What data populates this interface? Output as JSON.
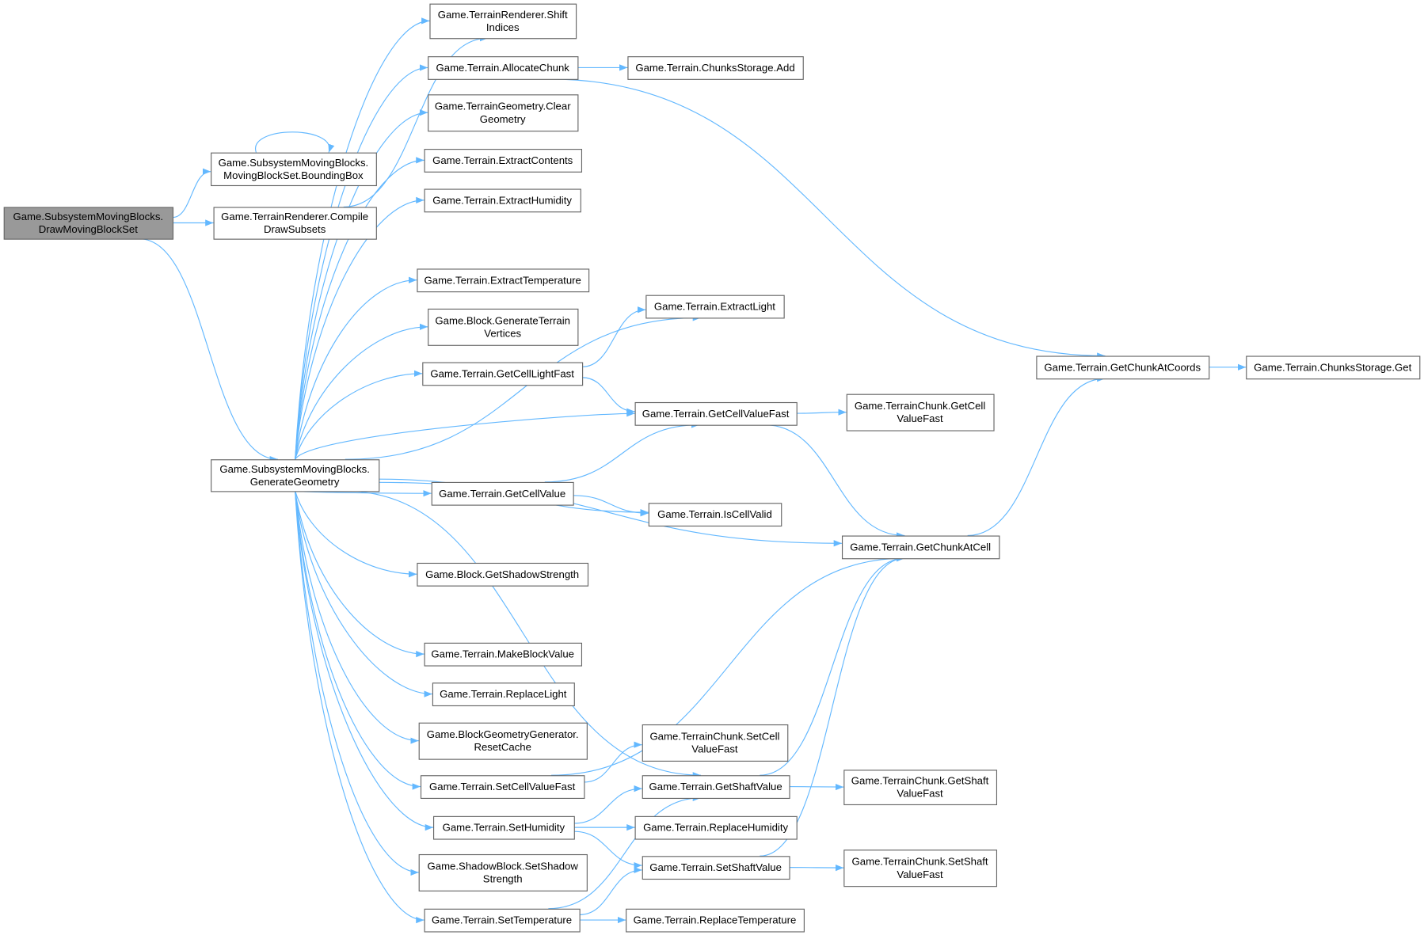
{
  "colors": {
    "edge": "#63b8ff",
    "node_border": "#666666",
    "highlight_fill": "#999999"
  },
  "nodes": [
    {
      "id": "draw",
      "lines": [
        "Game.SubsystemMovingBlocks.",
        "DrawMovingBlockSet"
      ],
      "highlight": true
    },
    {
      "id": "bbox",
      "lines": [
        "Game.SubsystemMovingBlocks.",
        "MovingBlockSet.BoundingBox"
      ]
    },
    {
      "id": "compile",
      "lines": [
        "Game.TerrainRenderer.Compile",
        "DrawSubsets"
      ]
    },
    {
      "id": "gengeo",
      "lines": [
        "Game.SubsystemMovingBlocks.",
        "GenerateGeometry"
      ]
    },
    {
      "id": "shift",
      "lines": [
        "Game.TerrainRenderer.Shift",
        "Indices"
      ]
    },
    {
      "id": "alloc",
      "lines": [
        "Game.Terrain.AllocateChunk"
      ]
    },
    {
      "id": "clear",
      "lines": [
        "Game.TerrainGeometry.Clear",
        "Geometry"
      ]
    },
    {
      "id": "excont",
      "lines": [
        "Game.Terrain.ExtractContents"
      ]
    },
    {
      "id": "exhum",
      "lines": [
        "Game.Terrain.ExtractHumidity"
      ]
    },
    {
      "id": "extemp",
      "lines": [
        "Game.Terrain.ExtractTemperature"
      ]
    },
    {
      "id": "genverts",
      "lines": [
        "Game.Block.GenerateTerrain",
        "Vertices"
      ]
    },
    {
      "id": "getlight",
      "lines": [
        "Game.Terrain.GetCellLightFast"
      ]
    },
    {
      "id": "shadowstr",
      "lines": [
        "Game.Block.GetShadowStrength"
      ]
    },
    {
      "id": "makeblock",
      "lines": [
        "Game.Terrain.MakeBlockValue"
      ]
    },
    {
      "id": "replight",
      "lines": [
        "Game.Terrain.ReplaceLight"
      ]
    },
    {
      "id": "reset",
      "lines": [
        "Game.BlockGeometryGenerator.",
        "ResetCache"
      ]
    },
    {
      "id": "setcvf",
      "lines": [
        "Game.Terrain.SetCellValueFast"
      ]
    },
    {
      "id": "sethum",
      "lines": [
        "Game.Terrain.SetHumidity"
      ]
    },
    {
      "id": "setshadow",
      "lines": [
        "Game.ShadowBlock.SetShadow",
        "Strength"
      ]
    },
    {
      "id": "settemp",
      "lines": [
        "Game.Terrain.SetTemperature"
      ]
    },
    {
      "id": "csadd",
      "lines": [
        "Game.Terrain.ChunksStorage.Add"
      ]
    },
    {
      "id": "exlight",
      "lines": [
        "Game.Terrain.ExtractLight"
      ]
    },
    {
      "id": "getcvf",
      "lines": [
        "Game.Terrain.GetCellValueFast"
      ]
    },
    {
      "id": "getcv",
      "lines": [
        "Game.Terrain.GetCellValue"
      ]
    },
    {
      "id": "isvalid",
      "lines": [
        "Game.Terrain.IsCellValid"
      ]
    },
    {
      "id": "tcsetcvf",
      "lines": [
        "Game.TerrainChunk.SetCell",
        "ValueFast"
      ]
    },
    {
      "id": "getshaft",
      "lines": [
        "Game.Terrain.GetShaftValue"
      ]
    },
    {
      "id": "rephum",
      "lines": [
        "Game.Terrain.ReplaceHumidity"
      ]
    },
    {
      "id": "setshaft",
      "lines": [
        "Game.Terrain.SetShaftValue"
      ]
    },
    {
      "id": "reptemp",
      "lines": [
        "Game.Terrain.ReplaceTemperature"
      ]
    },
    {
      "id": "coords",
      "lines": [
        "Game.Terrain.GetChunkAtCoords"
      ]
    },
    {
      "id": "csget",
      "lines": [
        "Game.Terrain.ChunksStorage.Get"
      ]
    },
    {
      "id": "tcgetcvf",
      "lines": [
        "Game.TerrainChunk.GetCell",
        "ValueFast"
      ]
    },
    {
      "id": "atcell",
      "lines": [
        "Game.Terrain.GetChunkAtCell"
      ]
    },
    {
      "id": "tcgetshaft",
      "lines": [
        "Game.TerrainChunk.GetShaft",
        "ValueFast"
      ]
    },
    {
      "id": "tcsetshaft",
      "lines": [
        "Game.TerrainChunk.SetShaft",
        "ValueFast"
      ]
    }
  ],
  "edges": [
    [
      "draw",
      "bbox"
    ],
    [
      "draw",
      "compile"
    ],
    [
      "draw",
      "gengeo"
    ],
    [
      "bbox",
      "bbox"
    ],
    [
      "compile",
      "shift"
    ],
    [
      "gengeo",
      "shift"
    ],
    [
      "gengeo",
      "alloc"
    ],
    [
      "gengeo",
      "clear"
    ],
    [
      "gengeo",
      "excont"
    ],
    [
      "gengeo",
      "exhum"
    ],
    [
      "gengeo",
      "exlight"
    ],
    [
      "gengeo",
      "extemp"
    ],
    [
      "gengeo",
      "genverts"
    ],
    [
      "gengeo",
      "getlight"
    ],
    [
      "gengeo",
      "getcvf"
    ],
    [
      "gengeo",
      "atcell"
    ],
    [
      "gengeo",
      "getcv"
    ],
    [
      "gengeo",
      "isvalid"
    ],
    [
      "gengeo",
      "shadowstr"
    ],
    [
      "gengeo",
      "getshaft"
    ],
    [
      "gengeo",
      "makeblock"
    ],
    [
      "gengeo",
      "replight"
    ],
    [
      "gengeo",
      "reset"
    ],
    [
      "gengeo",
      "setcvf"
    ],
    [
      "gengeo",
      "sethum"
    ],
    [
      "gengeo",
      "setshadow"
    ],
    [
      "gengeo",
      "settemp"
    ],
    [
      "alloc",
      "csadd"
    ],
    [
      "alloc",
      "coords"
    ],
    [
      "getlight",
      "exlight"
    ],
    [
      "getlight",
      "getcvf"
    ],
    [
      "getcvf",
      "tcgetcvf"
    ],
    [
      "getcvf",
      "atcell"
    ],
    [
      "getcv",
      "getcvf"
    ],
    [
      "getcv",
      "isvalid"
    ],
    [
      "atcell",
      "coords"
    ],
    [
      "coords",
      "csget"
    ],
    [
      "setcvf",
      "atcell"
    ],
    [
      "setcvf",
      "tcsetcvf"
    ],
    [
      "getshaft",
      "atcell"
    ],
    [
      "getshaft",
      "tcgetshaft"
    ],
    [
      "sethum",
      "getshaft"
    ],
    [
      "sethum",
      "rephum"
    ],
    [
      "sethum",
      "setshaft"
    ],
    [
      "setshaft",
      "atcell"
    ],
    [
      "setshaft",
      "tcsetshaft"
    ],
    [
      "settemp",
      "getshaft"
    ],
    [
      "settemp",
      "reptemp"
    ],
    [
      "settemp",
      "setshaft"
    ]
  ]
}
